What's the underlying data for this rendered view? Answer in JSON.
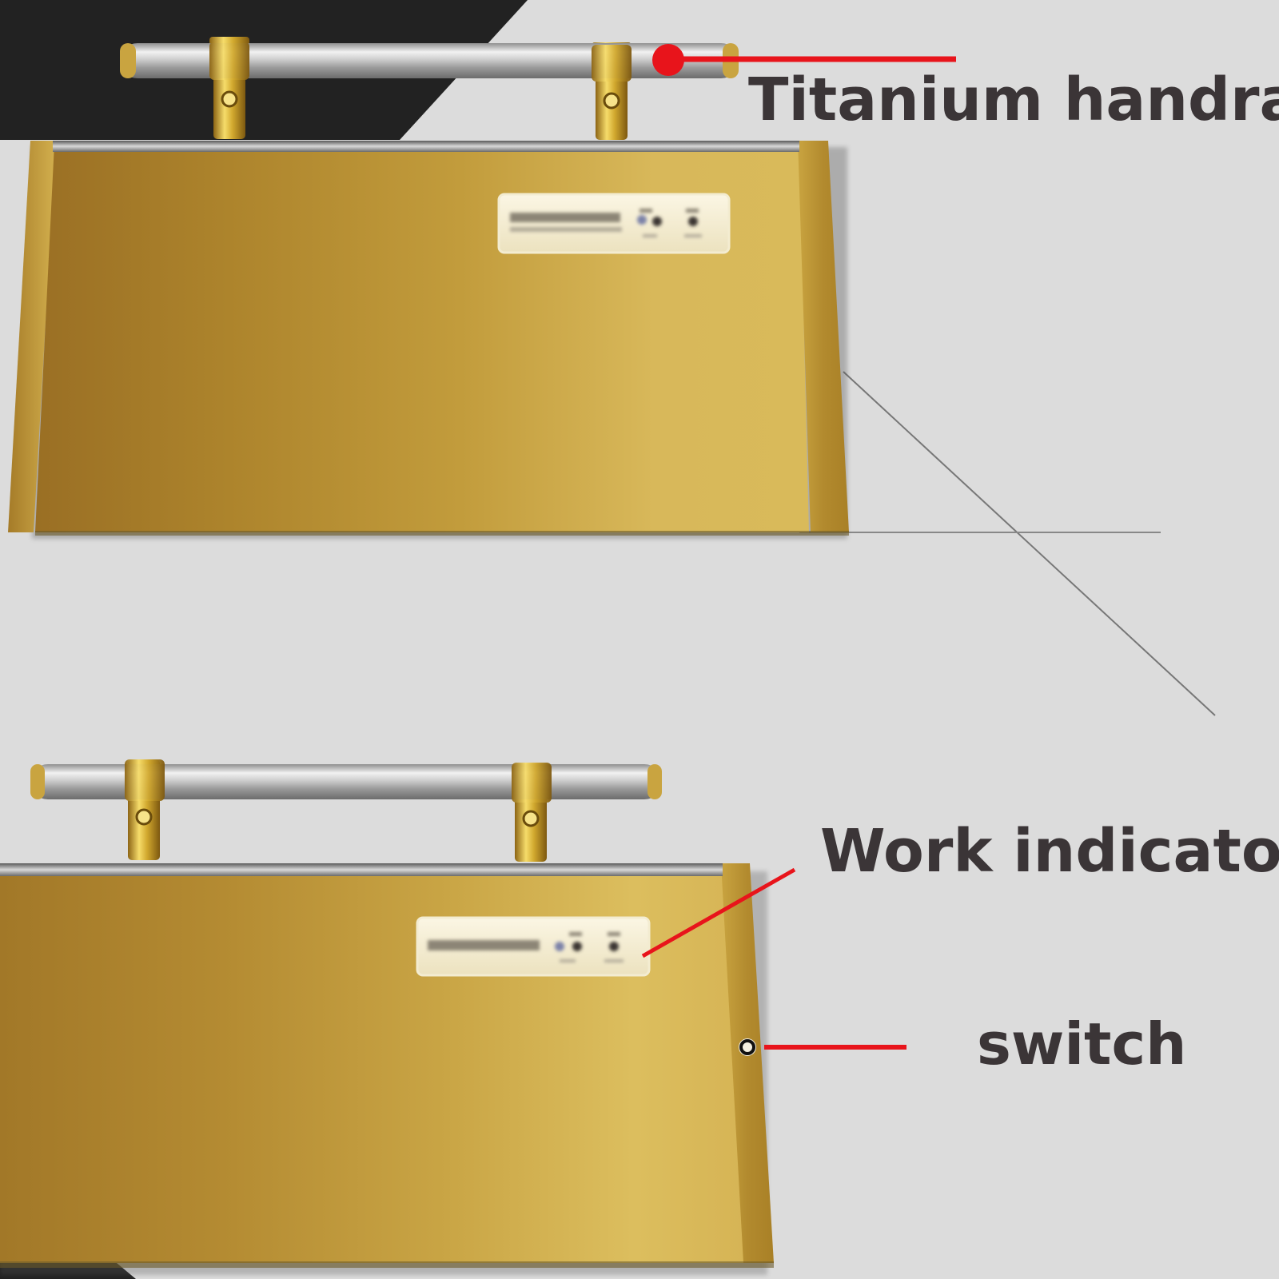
{
  "callouts": {
    "handrail": "Titanium handrail",
    "indicator": "Work indicator",
    "switch": "switch"
  },
  "colors": {
    "background": "#dcdcdc",
    "dark_corner": "#222222",
    "gold_dark": "#9e7426",
    "gold_light": "#dcbb5c",
    "callout_line": "#e8141b",
    "label_text": "#3b3537",
    "chrome": "#c9c9c9"
  }
}
